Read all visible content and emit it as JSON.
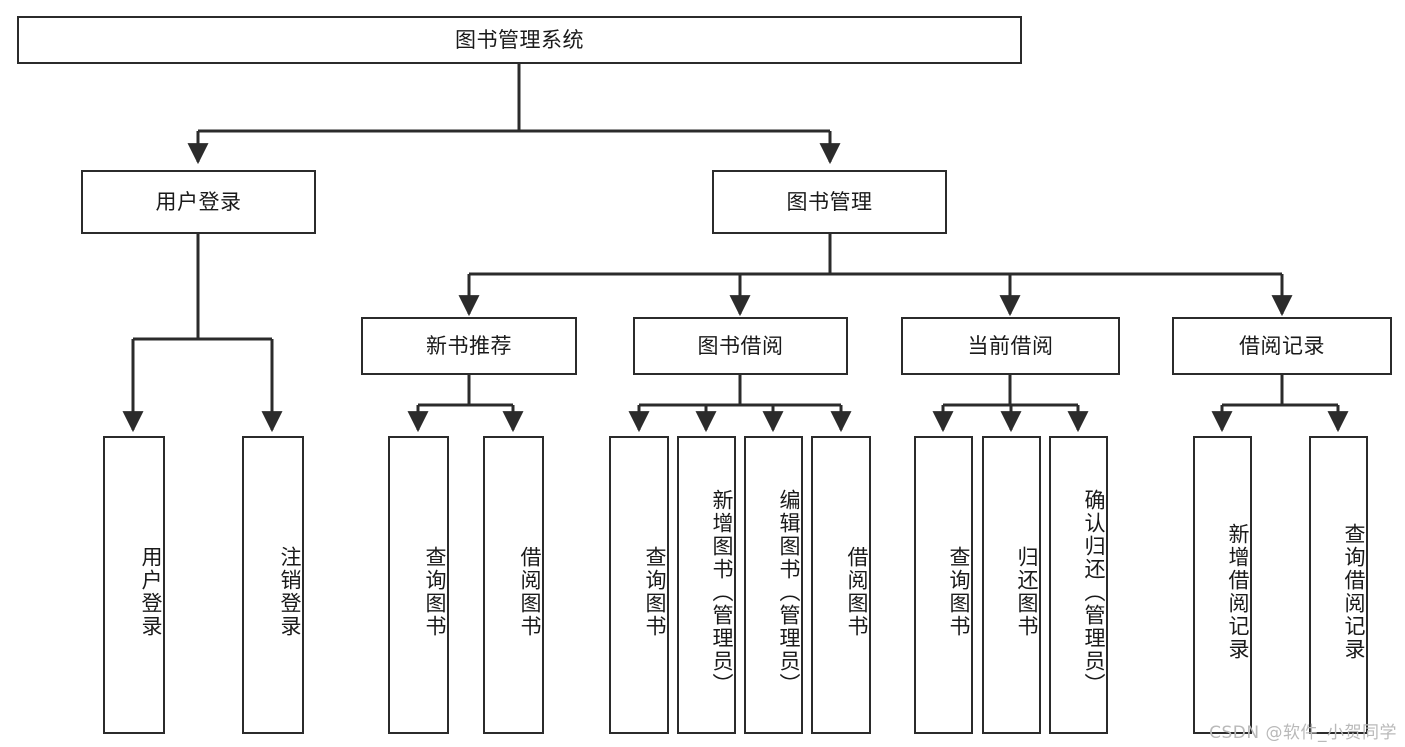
{
  "diagram": {
    "title": "图书管理系统",
    "type": "hierarchy-tree",
    "watermark": "CSDN @软件_小贺同学",
    "colors": {
      "box_border": "#2b2b2b",
      "box_fill": "#ffffff",
      "connector": "#2b2b2b",
      "text": "#1a1a1a",
      "watermark": "#b9b9b9",
      "background": "#ffffff"
    },
    "nodes": {
      "root": {
        "label": "图书管理系统",
        "level": 1,
        "orientation": "horizontal"
      },
      "user_login": {
        "label": "用户登录",
        "level": 2,
        "orientation": "horizontal"
      },
      "book_manage": {
        "label": "图书管理",
        "level": 2,
        "orientation": "horizontal"
      },
      "new_book_rec": {
        "label": "新书推荐",
        "level": 3,
        "orientation": "horizontal"
      },
      "book_borrow": {
        "label": "图书借阅",
        "level": 3,
        "orientation": "horizontal"
      },
      "current_borrow": {
        "label": "当前借阅",
        "level": 3,
        "orientation": "horizontal"
      },
      "borrow_record": {
        "label": "借阅记录",
        "level": 3,
        "orientation": "horizontal"
      },
      "leaf_user_login": {
        "label": "用户登录",
        "level": 4,
        "orientation": "vertical"
      },
      "leaf_logout": {
        "label": "注销登录",
        "level": 4,
        "orientation": "vertical"
      },
      "leaf_query_book_a": {
        "label": "查询图书",
        "level": 4,
        "orientation": "vertical"
      },
      "leaf_borrow_book_a": {
        "label": "借阅图书",
        "level": 4,
        "orientation": "vertical"
      },
      "leaf_query_book_b": {
        "label": "查询图书",
        "level": 4,
        "orientation": "vertical"
      },
      "leaf_add_book": {
        "label": "新增图书（管理员）",
        "level": 4,
        "orientation": "vertical"
      },
      "leaf_edit_book": {
        "label": "编辑图书（管理员）",
        "level": 4,
        "orientation": "vertical"
      },
      "leaf_borrow_book_b": {
        "label": "借阅图书",
        "level": 4,
        "orientation": "vertical"
      },
      "leaf_query_book_c": {
        "label": "查询图书",
        "level": 4,
        "orientation": "vertical"
      },
      "leaf_return_book": {
        "label": "归还图书",
        "level": 4,
        "orientation": "vertical"
      },
      "leaf_confirm_return": {
        "label": "确认归还（管理员）",
        "level": 4,
        "orientation": "vertical"
      },
      "leaf_add_record": {
        "label": "新增借阅记录",
        "level": 4,
        "orientation": "vertical"
      },
      "leaf_query_record": {
        "label": "查询借阅记录",
        "level": 4,
        "orientation": "vertical"
      }
    },
    "edges": [
      {
        "from": "root",
        "to": "user_login"
      },
      {
        "from": "root",
        "to": "book_manage"
      },
      {
        "from": "user_login",
        "to": "leaf_user_login"
      },
      {
        "from": "user_login",
        "to": "leaf_logout"
      },
      {
        "from": "book_manage",
        "to": "new_book_rec"
      },
      {
        "from": "book_manage",
        "to": "book_borrow"
      },
      {
        "from": "book_manage",
        "to": "current_borrow"
      },
      {
        "from": "book_manage",
        "to": "borrow_record"
      },
      {
        "from": "new_book_rec",
        "to": "leaf_query_book_a"
      },
      {
        "from": "new_book_rec",
        "to": "leaf_borrow_book_a"
      },
      {
        "from": "book_borrow",
        "to": "leaf_query_book_b"
      },
      {
        "from": "book_borrow",
        "to": "leaf_add_book"
      },
      {
        "from": "book_borrow",
        "to": "leaf_edit_book"
      },
      {
        "from": "book_borrow",
        "to": "leaf_borrow_book_b"
      },
      {
        "from": "current_borrow",
        "to": "leaf_query_book_c"
      },
      {
        "from": "current_borrow",
        "to": "leaf_return_book"
      },
      {
        "from": "current_borrow",
        "to": "leaf_confirm_return"
      },
      {
        "from": "borrow_record",
        "to": "leaf_add_record"
      },
      {
        "from": "borrow_record",
        "to": "leaf_query_record"
      }
    ]
  }
}
